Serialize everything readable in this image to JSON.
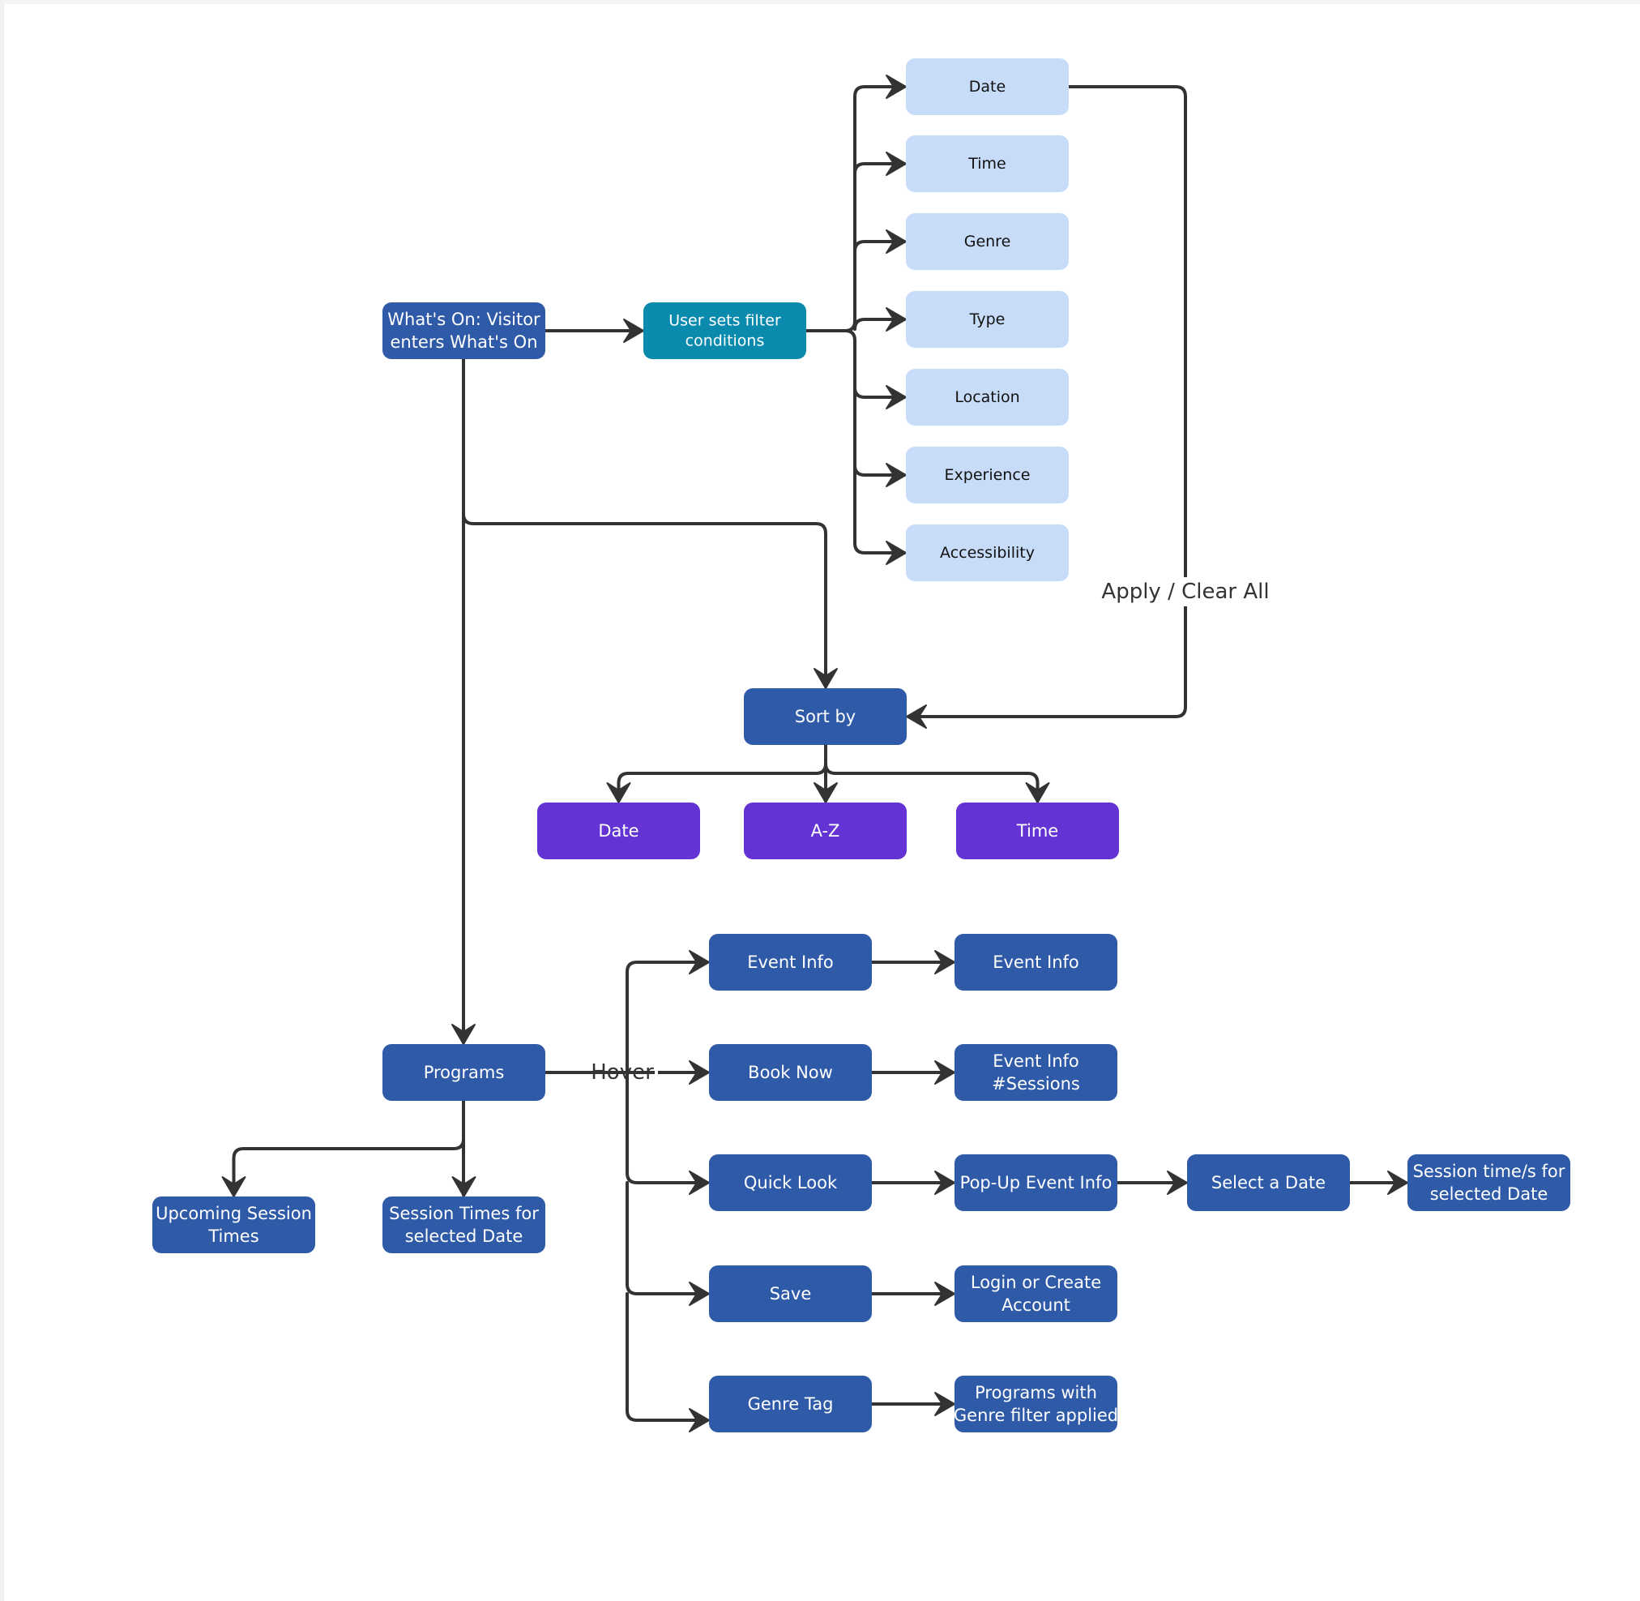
{
  "colors": {
    "primary": "#2f5aa8",
    "teal": "#0a8aad",
    "filter": "#c7dcf8",
    "sort_option": "#6433d4",
    "edge": "#333333",
    "text_light": "#ffffff",
    "text_dark": "#111111"
  },
  "nodes": {
    "whats_on": {
      "lines": [
        "What's On: Visitor",
        "enters What's On"
      ],
      "style": "primary"
    },
    "user_filter": {
      "lines": [
        "User sets filter",
        "conditions"
      ],
      "style": "teal"
    },
    "filters": [
      {
        "lines": [
          "Date"
        ]
      },
      {
        "lines": [
          "Time"
        ]
      },
      {
        "lines": [
          "Genre"
        ]
      },
      {
        "lines": [
          "Type"
        ]
      },
      {
        "lines": [
          "Location"
        ]
      },
      {
        "lines": [
          "Experience"
        ]
      },
      {
        "lines": [
          "Accessibility"
        ]
      }
    ],
    "sort_by": {
      "lines": [
        "Sort by"
      ]
    },
    "sort_options": [
      {
        "lines": [
          "Date"
        ]
      },
      {
        "lines": [
          "A-Z"
        ]
      },
      {
        "lines": [
          "Time"
        ]
      }
    ],
    "programs": {
      "lines": [
        "Programs"
      ]
    },
    "upcoming_sessions": {
      "lines": [
        "Upcoming Session",
        "Times"
      ]
    },
    "session_times_date": {
      "lines": [
        "Session Times for",
        "selected Date"
      ]
    },
    "hover_actions": [
      {
        "lines": [
          "Event Info"
        ],
        "result": {
          "lines": [
            "Event Info"
          ]
        }
      },
      {
        "lines": [
          "Book Now"
        ],
        "result": {
          "lines": [
            "Event Info",
            "#Sessions"
          ]
        }
      },
      {
        "lines": [
          "Quick Look"
        ],
        "result": {
          "lines": [
            "Pop-Up Event Info"
          ]
        }
      },
      {
        "lines": [
          "Save"
        ],
        "result": {
          "lines": [
            "Login or Create",
            "Account"
          ]
        }
      },
      {
        "lines": [
          "Genre Tag"
        ],
        "result": {
          "lines": [
            "Programs with",
            "Genre filter applied"
          ]
        }
      }
    ],
    "select_date": {
      "lines": [
        "Select a Date"
      ]
    },
    "session_time_selected": {
      "lines": [
        "Session time/s for",
        "selected Date"
      ]
    }
  },
  "edge_labels": {
    "apply_clear": "Apply / Clear All",
    "hover": "Hover"
  }
}
